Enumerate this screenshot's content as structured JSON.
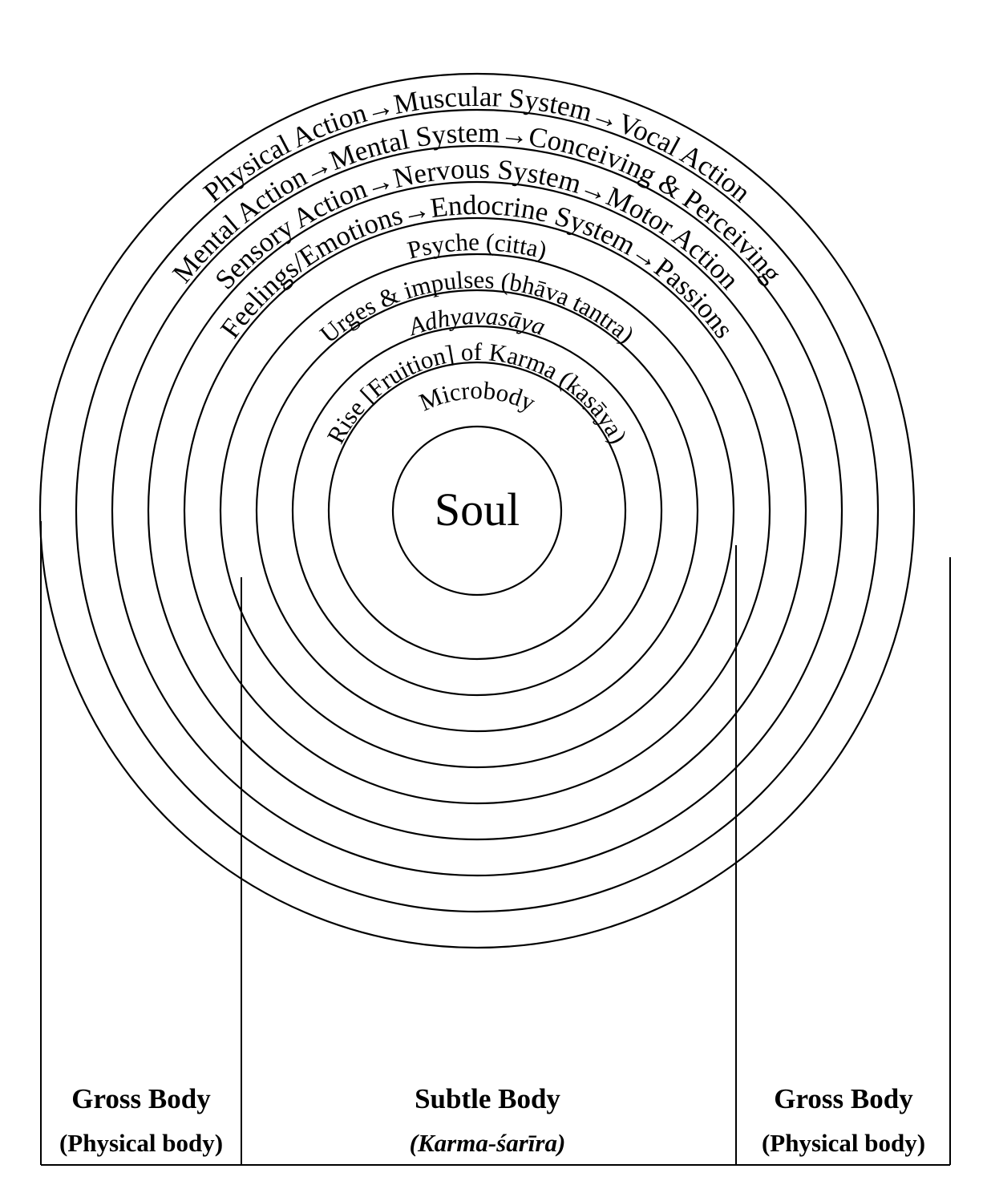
{
  "rings": [
    {
      "label": "Physical Action→Muscular System→Vocal Action"
    },
    {
      "label": "Mental Action→Mental System→Conceiving & Perceiving"
    },
    {
      "label": "Sensory Action→Nervous System→Motor Action"
    },
    {
      "label": "Feelings/Emotions→Endocrine System→Passions"
    },
    {
      "label": "Psyche (citta)"
    },
    {
      "label": "Urges & impulses (bhāva tantra)"
    },
    {
      "label": "Adhyavasāya"
    },
    {
      "label": "Rise [Fruition] of Karma (kaṣāya)"
    },
    {
      "label": "Microbody"
    }
  ],
  "center": {
    "label": "Soul"
  },
  "boxes": {
    "left": {
      "title": "Gross Body",
      "subtitle": "(Physical body)"
    },
    "middle": {
      "title": "Subtle Body",
      "subtitle": "(Karma-śarīra)"
    },
    "right": {
      "title": "Gross Body",
      "subtitle": "(Physical body)"
    }
  },
  "colors": {
    "ink": "#000000",
    "paper": "#ffffff"
  }
}
